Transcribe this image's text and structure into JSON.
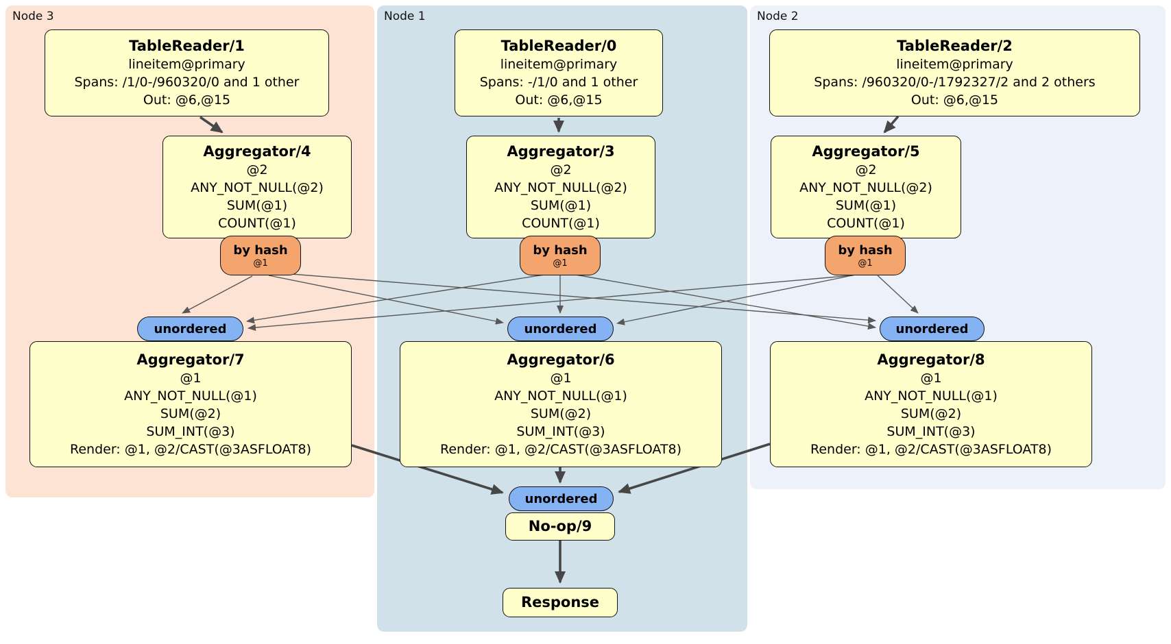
{
  "regions": [
    {
      "id": "node3",
      "label": "Node 3"
    },
    {
      "id": "node1",
      "label": "Node 1"
    },
    {
      "id": "node2",
      "label": "Node 2"
    }
  ],
  "processors": {
    "tr1": {
      "title": "TableReader/1",
      "lines": [
        "lineitem@primary",
        "Spans: /1/0-/960320/0 and 1 other",
        "Out: @6,@15"
      ]
    },
    "tr0": {
      "title": "TableReader/0",
      "lines": [
        "lineitem@primary",
        "Spans: -/1/0 and 1 other",
        "Out: @6,@15"
      ]
    },
    "tr2": {
      "title": "TableReader/2",
      "lines": [
        "lineitem@primary",
        "Spans: /960320/0-/1792327/2 and 2 others",
        "Out: @6,@15"
      ]
    },
    "agg4": {
      "title": "Aggregator/4",
      "lines": [
        "@2",
        "ANY_NOT_NULL(@2)",
        "SUM(@1)",
        "COUNT(@1)"
      ]
    },
    "agg3": {
      "title": "Aggregator/3",
      "lines": [
        "@2",
        "ANY_NOT_NULL(@2)",
        "SUM(@1)",
        "COUNT(@1)"
      ]
    },
    "agg5": {
      "title": "Aggregator/5",
      "lines": [
        "@2",
        "ANY_NOT_NULL(@2)",
        "SUM(@1)",
        "COUNT(@1)"
      ]
    },
    "agg7": {
      "title": "Aggregator/7",
      "lines": [
        "@1",
        "ANY_NOT_NULL(@1)",
        "SUM(@2)",
        "SUM_INT(@3)",
        "Render: @1, @2/CAST(@3ASFLOAT8)"
      ]
    },
    "agg6": {
      "title": "Aggregator/6",
      "lines": [
        "@1",
        "ANY_NOT_NULL(@1)",
        "SUM(@2)",
        "SUM_INT(@3)",
        "Render: @1, @2/CAST(@3ASFLOAT8)"
      ]
    },
    "agg8": {
      "title": "Aggregator/8",
      "lines": [
        "@1",
        "ANY_NOT_NULL(@1)",
        "SUM(@2)",
        "SUM_INT(@3)",
        "Render: @1, @2/CAST(@3ASFLOAT8)"
      ]
    },
    "noop": {
      "title": "No-op/9"
    },
    "response": {
      "title": "Response"
    }
  },
  "routers": {
    "hash4": {
      "label": "by hash",
      "detail": "@1"
    },
    "hash3": {
      "label": "by hash",
      "detail": "@1"
    },
    "hash5": {
      "label": "by hash",
      "detail": "@1"
    }
  },
  "synchronizers": {
    "u7": {
      "label": "unordered"
    },
    "u6": {
      "label": "unordered"
    },
    "u8": {
      "label": "unordered"
    },
    "u9": {
      "label": "unordered"
    }
  },
  "colors": {
    "processor_fill": "#ffffcc",
    "router_fill": "#f4a46d",
    "synchronizer_fill": "#84b2f2",
    "node3_bg": "#fce3d4",
    "node1_bg": "#d1e1e9",
    "node2_bg": "#edf1fa",
    "edge_thin": "#585858",
    "edge_thick": "#474747"
  }
}
